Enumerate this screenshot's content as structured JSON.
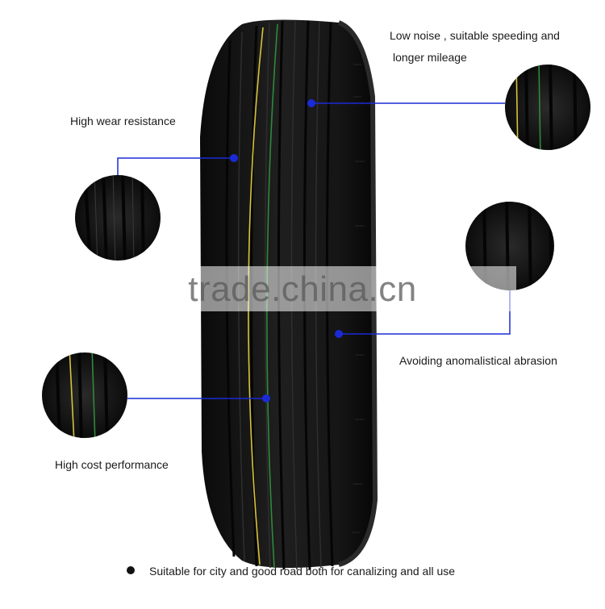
{
  "callouts": {
    "top_right_line1": "Low  noise , suitable  speeding and",
    "top_right_line2": "longer mileage",
    "left_top": "High wear resistance",
    "right_mid": "Avoiding anomalistical abrasion",
    "left_bottom": "High cost performance"
  },
  "footer": {
    "text": "Suitable for city and good road both for canalizing and all use"
  },
  "watermark": {
    "text": "trade.china.cn"
  },
  "colors": {
    "accent_line": "#1a2bd6",
    "tire": "#141414",
    "yellow_stripe": "#d8c23a",
    "green_stripe": "#2f8a3a"
  }
}
